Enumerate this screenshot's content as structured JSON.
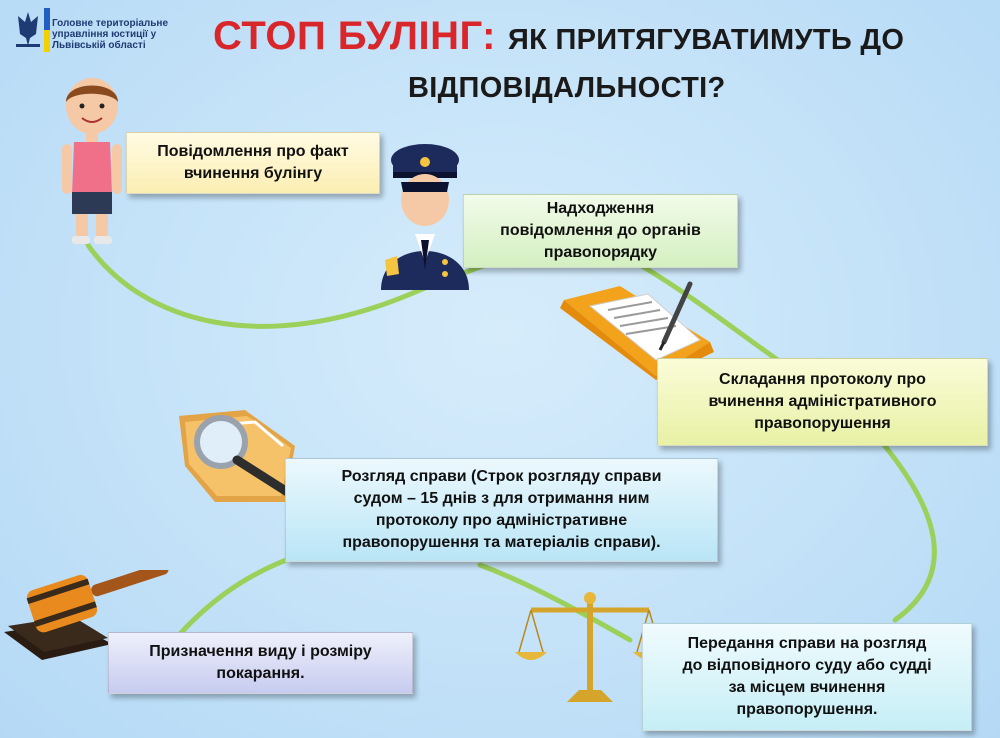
{
  "header": {
    "org_name": "Головне територіальне управління юстиції у Львівській області",
    "title_red": "СТОП БУЛІНГ:",
    "title_black_line1": "ЯК ПРИТЯГУВАТИМУТЬ ДО",
    "title_black_line2": "ВІДПОВІДАЛЬНОСТІ?"
  },
  "steps": [
    {
      "text": "Повідомлення  про факт\nвчинення  булінгу",
      "icon": "child-icon",
      "color": "#fbeeb3"
    },
    {
      "text": "Надходження\nповідомлення  до органів\nправопорядку",
      "icon": "police-officer-icon",
      "color": "#d4efc1"
    },
    {
      "text": "Складання  протоколу  про\nвчинення  адміністративного\nправопорушення",
      "icon": "folder-document-icon",
      "color": "#e8f1a5"
    },
    {
      "text": "Розгляд  справи  (Строк розгляду  справи\nсудом  –  15 днів  з для  отримання  ним\nпротоколу  про  адміністративне\nправопорушення  та матеріалів  справи).",
      "icon": "magnifier-folder-icon",
      "color": "#b9e5f6"
    },
    {
      "text": "Передання  справи  на розгляд\nдо  відповідного  суду або  судді\nза  місцем  вчинення\nправопорушення.",
      "icon": "scales-icon",
      "color": "#c6eef6"
    },
    {
      "text": "Призначення  виду і розміру\nпокарання.",
      "icon": "gavel-icon",
      "color": "#c7cbef"
    }
  ]
}
